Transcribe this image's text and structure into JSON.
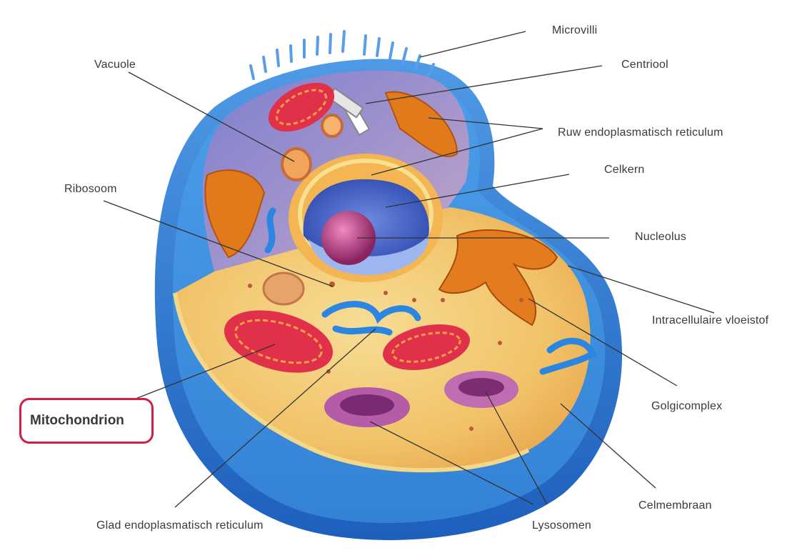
{
  "labels": {
    "microvilli": "Microvilli",
    "centriool": "Centriool",
    "vacuole": "Vacuole",
    "ruw_er": "Ruw endoplasmatisch reticulum",
    "celkern": "Celkern",
    "ribosoom": "Ribosoom",
    "nucleolus": "Nucleolus",
    "intracellulaire_vloeistof": "Intracellulaire vloeistof",
    "golgicomplex": "Golgicomplex",
    "mitochondrion": "Mitochondrion",
    "celmembraan": "Celmembraan",
    "glad_er": "Glad endoplasmatisch reticulum",
    "lysosomen": "Lysosomen"
  },
  "highlight": {
    "label_key": "mitochondrion",
    "color": "#d0204a"
  },
  "colors": {
    "membrane": "#2f7fd6",
    "cytoplasm": "#f2c46a",
    "nucleus": "#3b5fc4",
    "nucleolus": "#b0327a",
    "mitochondrion": "#e0304a",
    "golgi": "#e07a1a",
    "smooth_er": "#2a86e0"
  }
}
